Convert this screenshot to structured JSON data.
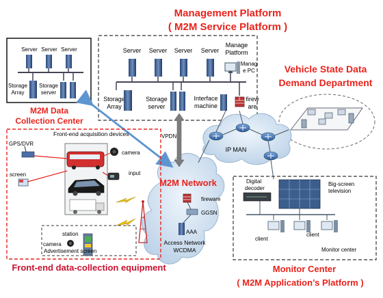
{
  "management": {
    "title": "Management Platform",
    "subtitle": "( M2M Service Platform )",
    "servers": [
      "Server",
      "Server",
      "Server",
      "Server"
    ],
    "manage_platform": [
      "Manage",
      "Platform"
    ],
    "manage_pc": [
      "Manag",
      "e PC"
    ],
    "storage_array": [
      "Storage",
      "Array"
    ],
    "storage_server": [
      "Storage",
      "server"
    ],
    "interface_machine": [
      "Interface",
      "machine"
    ],
    "firewall": [
      "firew",
      "are"
    ]
  },
  "collection_center": {
    "title": [
      "M2M Data",
      "Collection Center"
    ],
    "servers": [
      "Server",
      "Server",
      "Server"
    ],
    "storage_array": [
      "Storage",
      "Array"
    ],
    "storage_server": [
      "Storage",
      "server"
    ]
  },
  "vehicle_dept": {
    "title": [
      "Vehicle State Data",
      "Demand Department"
    ]
  },
  "front_end": {
    "devices_label": "Front-end acquisition devices",
    "gps": "GPS/DVR",
    "screen": "screen",
    "camera": "camera",
    "input": "input",
    "station_label": "station",
    "station_camera": "camera",
    "ad_screen": "Advertisement screen",
    "title": "Front-end data-collection equipment"
  },
  "network": {
    "vpdn": "VPDN",
    "ip_man": "IP MAN",
    "m2m_network": "M2M Network",
    "fireware": "fireware",
    "ggsn": "GGSN",
    "aaa": "AAA",
    "access_network": [
      "Access Network",
      "WCDMA"
    ]
  },
  "monitor": {
    "digital_decoder": [
      "Digital",
      "decoder"
    ],
    "big_screen": [
      "Big-screen",
      "television"
    ],
    "client1": "client",
    "client2": "client",
    "monitor_center": "Monitor center",
    "title": "Monitor Center",
    "subtitle": "( M2M Application’s Platform )"
  },
  "colors": {
    "red": "#e8231c",
    "dark_red": "#c8102e",
    "blue_arrow": "#7fb0e0",
    "router": "#3d6fb0",
    "cloud": "#dce9f5"
  }
}
